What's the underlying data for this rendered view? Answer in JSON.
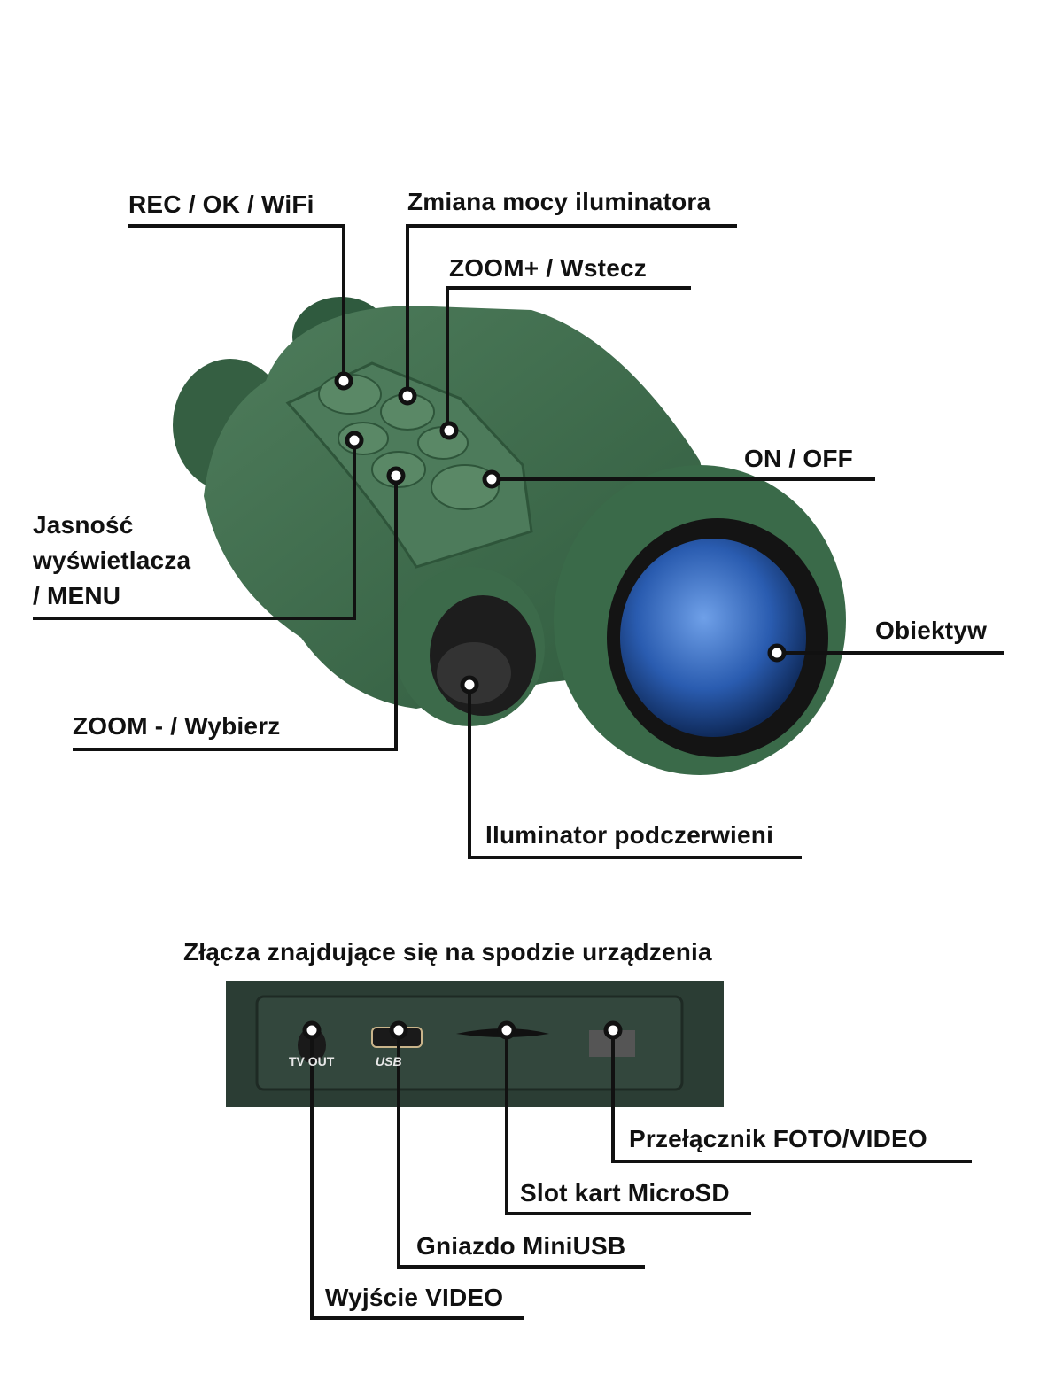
{
  "device_labels": {
    "rec_ok_wifi": "REC / OK / WiFi",
    "illuminator_power": "Zmiana mocy iluminatora",
    "zoom_plus_back": "ZOOM+  / Wstecz",
    "on_off": "ON / OFF",
    "brightness_line1": "Jasność",
    "brightness_line2": "wyświetlacza",
    "brightness_line3": "/ MENU",
    "lens": "Obiektyw",
    "zoom_minus_select": "ZOOM - / Wybierz",
    "ir_illuminator": "Iluminator podczerwieni"
  },
  "connectors": {
    "title": "Złącza znajdujące się na spodzie urządzenia",
    "panel_text_tv_out": "TV OUT",
    "panel_text_usb": "USB",
    "photo_video_switch": "Przełącznik FOTO/VIDEO",
    "microsd_slot": "Slot kart MicroSD",
    "miniusb_socket": "Gniazdo MiniUSB",
    "video_output": "Wyjście VIDEO"
  },
  "colors": {
    "device_green": "#3f6b4c",
    "lens_blue": "#2f63b8",
    "panel": "#2c3f36"
  }
}
